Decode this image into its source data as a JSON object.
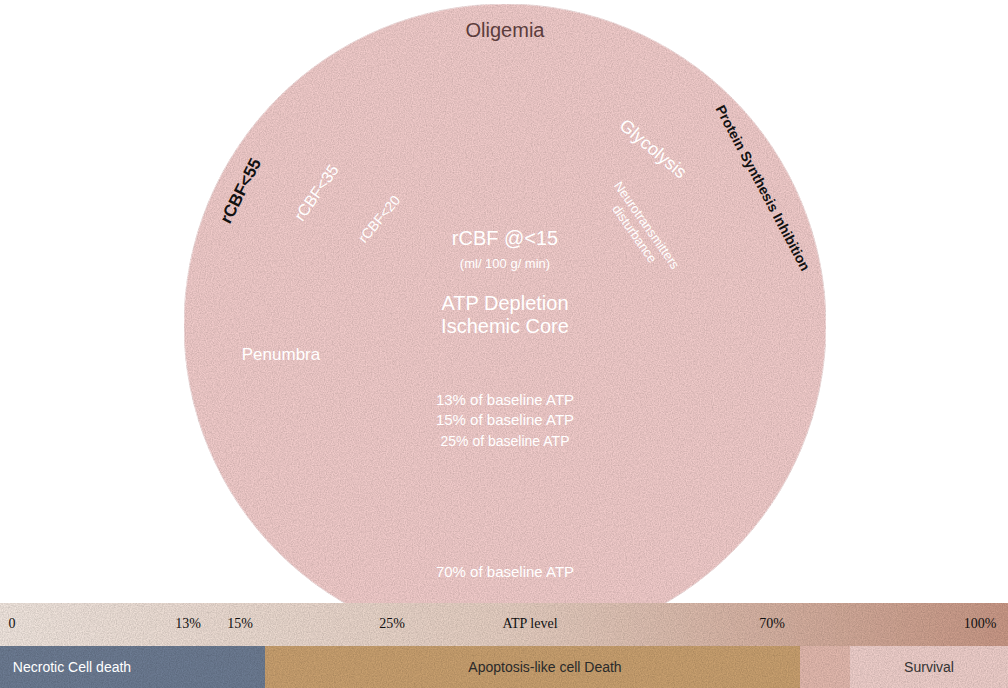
{
  "diagram": {
    "nodes": [
      {
        "text": [
          "Oligemia",
          "rCBF<55",
          "Protein Synthesis Inhibition"
        ]
      },
      {
        "text": [
          "rCBF<35",
          "Glycolysis",
          "Penumbra",
          "70% of baseline ATP"
        ],
        "in": 0
      },
      {
        "text": [
          "rCBF<20",
          "Neurotransmitters disturbance"
        ],
        "in": 1
      },
      {
        "text": [
          "rCBF @<15",
          "(ml/ 100 g/ min)",
          "ATP Depletion Ischemic Core",
          "13% of baseline ATP",
          "15% of baseline ATP",
          "25% of baseline ATP"
        ],
        "in": 2
      },
      {
        "text": [
          "0",
          "13%",
          "15%",
          "25%",
          "ATP level",
          "70%",
          "100%"
        ]
      },
      {
        "text": [
          "Necrotic Cell death"
        ]
      },
      {
        "text": [
          "Apoptosis-like cell Death"
        ]
      },
      {
        "text": [
          "Survival"
        ]
      }
    ]
  }
}
